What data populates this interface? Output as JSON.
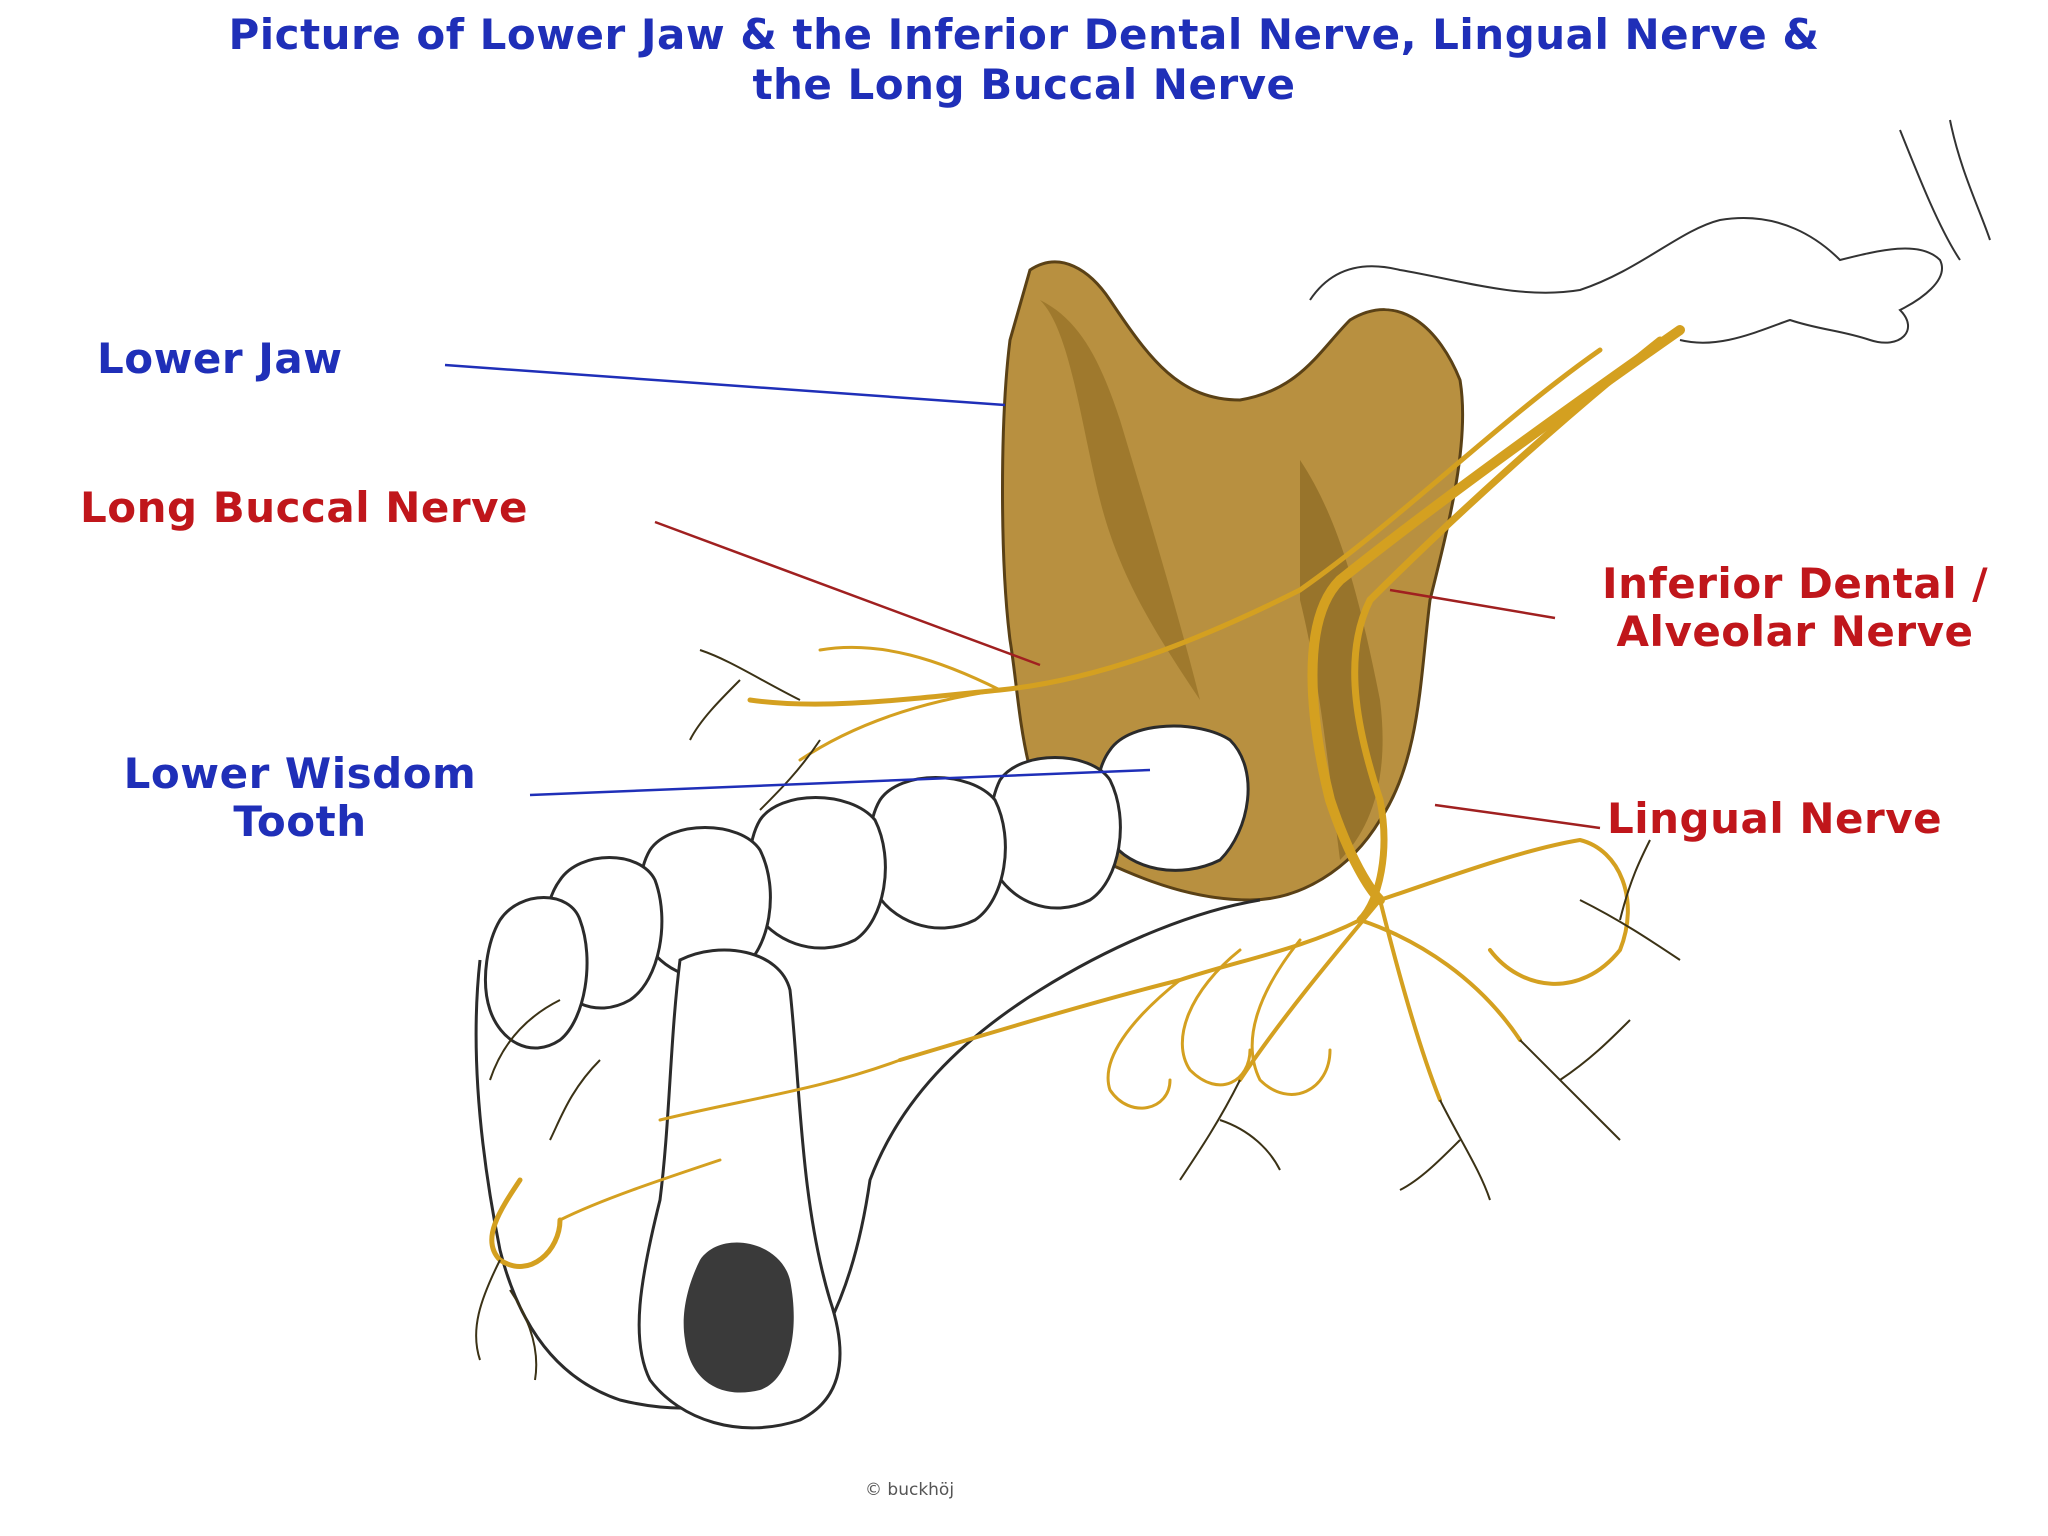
{
  "title": {
    "line1": "Picture of Lower Jaw & the Inferior Dental Nerve, Lingual Nerve &",
    "line2": "the Long Buccal Nerve"
  },
  "labels": {
    "lower_jaw": "Lower Jaw",
    "long_buccal_nerve": "Long Buccal Nerve",
    "lower_wisdom_tooth_line1": "Lower Wisdom",
    "lower_wisdom_tooth_line2": "Tooth",
    "inferior_dental_line1": "Inferior Dental /",
    "inferior_dental_line2": "Alveolar Nerve",
    "lingual_nerve": "Lingual Nerve"
  },
  "credit": "© buckhöj",
  "colors": {
    "title_blue": "#1f2fb8",
    "label_red": "#c0161b",
    "bone": "#b38a3c",
    "nerve": "#d4a020"
  }
}
